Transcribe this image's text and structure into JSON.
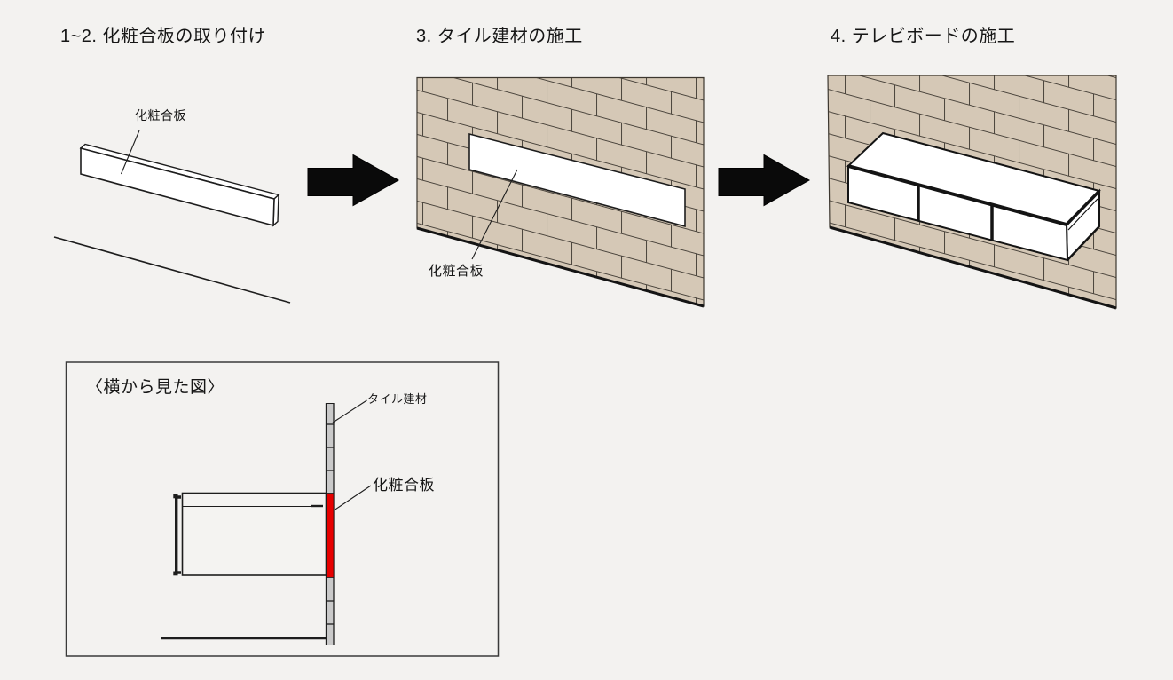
{
  "page": {
    "background": "#f3f2f0"
  },
  "colors": {
    "ink": "#1c1c1c",
    "arrow": "#0a0a0a",
    "brick_fill": "#d5c8b6",
    "brick_line": "#4a443c",
    "tile_fill": "#c9c9c9",
    "board_fill": "#ffffff",
    "highlight_red": "#e60000"
  },
  "steps": [
    {
      "title": "1~2. 化粧合板の取り付け",
      "callout": "化粧合板"
    },
    {
      "title": "3. タイル建材の施工",
      "callout": "化粧合板"
    },
    {
      "title": "4. テレビボードの施工"
    }
  ],
  "side_view": {
    "title": "〈横から見た図〉",
    "tile_label": "タイル建材",
    "plywood_label": "化粧合板"
  }
}
